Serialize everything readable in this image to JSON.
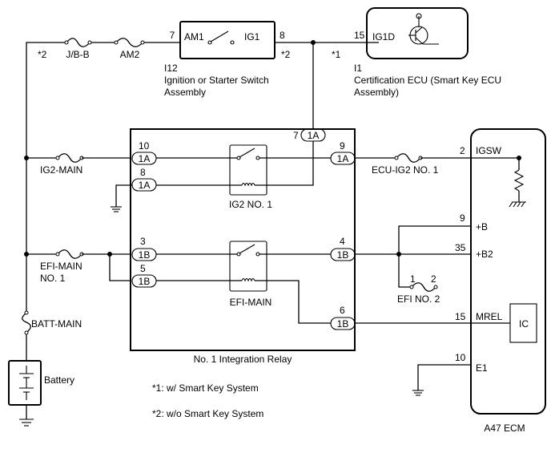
{
  "fuses": {
    "jb_b": "J/B-B",
    "am2": "AM2",
    "ig2_main": "IG2-MAIN",
    "efi_main_no1_line1": "EFI-MAIN",
    "efi_main_no1_line2": "NO. 1",
    "batt_main": "BATT-MAIN",
    "ecu_ig2_no1": "ECU-IG2 NO. 1",
    "efi_no2": "EFI NO. 2"
  },
  "ignition_switch": {
    "pin_am1": "7",
    "label_am1": "AM1",
    "label_ig1": "IG1",
    "pin_ig1": "8",
    "code": "I12",
    "name_line1": "Ignition or Starter Switch",
    "name_line2": "Assembly"
  },
  "certification_ecu": {
    "pin": "15",
    "terminal": "IG1D",
    "code": "I1",
    "name_line1": "Certification ECU (Smart Key ECU",
    "name_line2": "Assembly)"
  },
  "integration_relay": {
    "name": "No. 1 Integration Relay",
    "relay_ig2": "IG2 NO. 1",
    "relay_efi": "EFI-MAIN",
    "pins": {
      "p10": "10",
      "p8": "8",
      "p7": "7",
      "p9": "9",
      "p3": "3",
      "p5": "5",
      "p4": "4",
      "p6": "6"
    },
    "connectors": {
      "c1a": "1A",
      "c1b": "1B"
    }
  },
  "ecm": {
    "name": "A47  ECM",
    "terminals": [
      {
        "pin": "2",
        "label": "IGSW"
      },
      {
        "pin": "9",
        "label": "+B"
      },
      {
        "pin": "35",
        "label": "+B2"
      },
      {
        "pin": "15",
        "label": "MREL"
      },
      {
        "pin": "10",
        "label": "E1"
      }
    ],
    "ic": "IC",
    "efi_no2_pin1": "1",
    "efi_no2_pin2": "2"
  },
  "battery": "Battery",
  "notes": {
    "n1_marker": "*1",
    "n2_marker": "*2",
    "note1": "*1: w/ Smart Key System",
    "note2": "*2: w/o Smart Key System"
  }
}
